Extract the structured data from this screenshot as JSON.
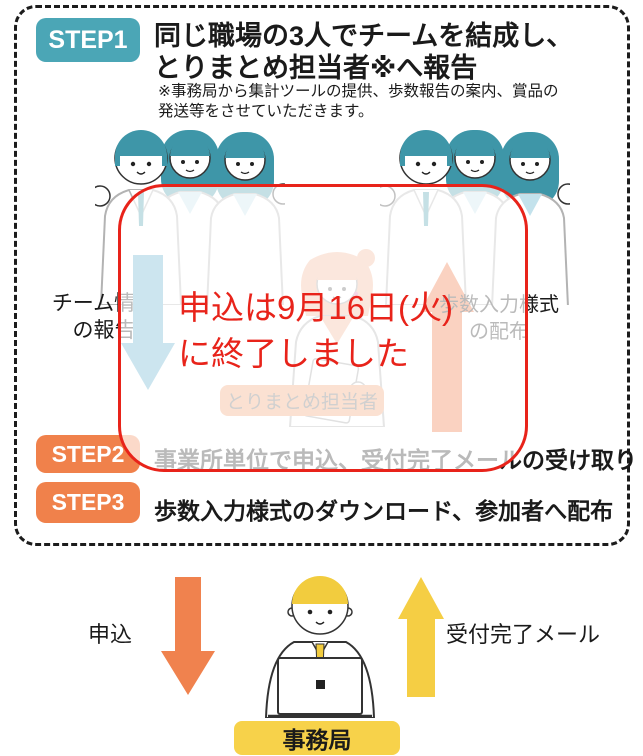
{
  "notice": {
    "line1": "申込は9月16日(火)",
    "line2": "に終了しました"
  },
  "steps": [
    {
      "badge": "STEP1",
      "title_line1": "同じ職場の3人でチームを結成し、",
      "title_line2": "とりまとめ担当者※へ報告",
      "note_line1": "※事務局から集計ツールの提供、歩数報告の案内、賞品の",
      "note_line2": "発送等をさせていただきます。"
    },
    {
      "badge": "STEP2",
      "text": "事業所単位で申込、受付完了メールの受け取り"
    },
    {
      "badge": "STEP3",
      "text": "歩数入力様式のダウンロード、参加者へ配布"
    }
  ],
  "diagram": {
    "team_report_label_line1": "チーム情報",
    "team_report_label_line2": "の報告",
    "form_distribution_label_line1": "歩数入力様式",
    "form_distribution_label_line2": "の配布",
    "coordinator_label": "とりまとめ担当者"
  },
  "bottom": {
    "apply_label": "申込",
    "email_label": "受付完了メール",
    "office_label": "事務局"
  },
  "colors": {
    "step1_teal": "#4BA6B6",
    "step_orange": "#F0814B",
    "notice_red": "#E8231A",
    "team_report_arrow": "#55A8C8",
    "form_distribution_arrow": "#ED6A30",
    "apply_arrow": "#F0824E",
    "email_arrow": "#F5CE44",
    "office_badge_yellow": "#F7D24A",
    "coordinator_badge_bg": "#F09A68",
    "hair_teal": "#3E96A8",
    "hair_peach": "#F2B08C",
    "hair_yellow": "#F2CC3E"
  }
}
